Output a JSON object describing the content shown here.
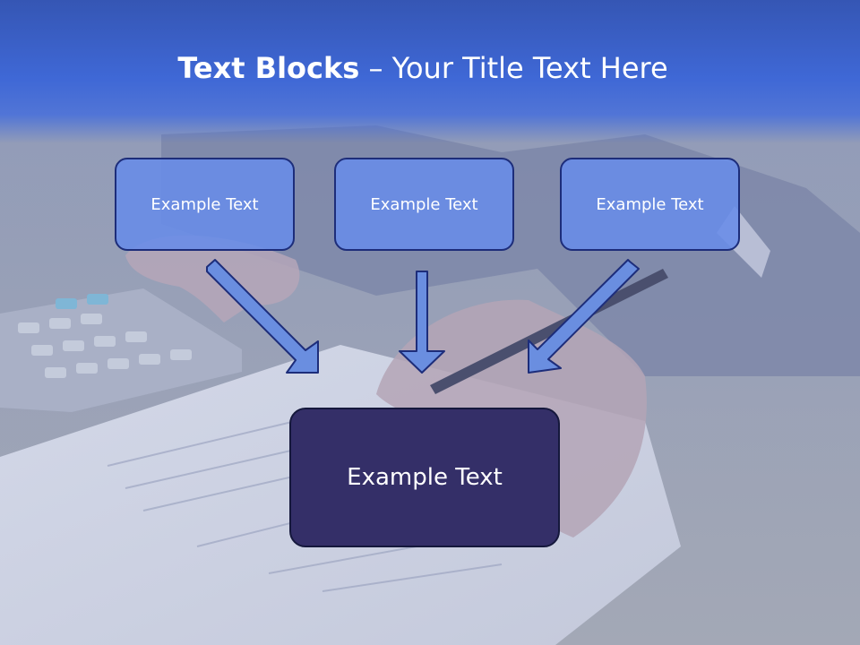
{
  "title": {
    "bold": "Text Blocks",
    "rest": " – Your Title Text Here"
  },
  "blocks": [
    {
      "label": "Example Text"
    },
    {
      "label": "Example Text"
    },
    {
      "label": "Example Text"
    }
  ],
  "main_block": {
    "label": "Example Text"
  },
  "colors": {
    "title_band": "#3f68d6",
    "block_fill": "#688ce8",
    "block_border": "#1d2d7a",
    "main_fill": "#342f68",
    "arrow_fill": "#6a8ee0"
  }
}
